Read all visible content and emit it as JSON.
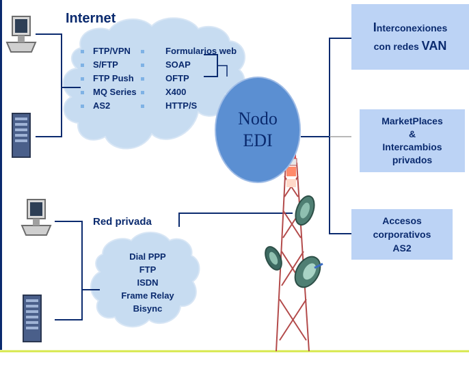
{
  "colors": {
    "navy": "#0a2a6e",
    "cloud_fill": "#c7dcf1",
    "box_fill": "#bcd3f5",
    "node_fill": "#5b8fd2",
    "bullet": "#7fb2e5",
    "bottom_line": "#d7e84c"
  },
  "internet": {
    "title": "Internet",
    "left_list": [
      "FTP/VPN",
      "S/FTP",
      "FTP Push",
      "MQ Series",
      "AS2"
    ],
    "right_list": [
      "Formularios web",
      "SOAP",
      "OFTP",
      "X400",
      "HTTP/S"
    ]
  },
  "node": {
    "line1": "Nodo",
    "line2": "EDI"
  },
  "private_network": {
    "title": "Red privada",
    "items": [
      "Dial PPP",
      "FTP",
      "ISDN",
      "Frame Relay",
      "Bisync"
    ]
  },
  "right_boxes": {
    "van": {
      "first_letter": "I",
      "line1_rest": "nterconexiones",
      "line2_prefix": "con redes ",
      "line2_big": "VAN"
    },
    "marketplaces": {
      "line1": "MarketPlaces",
      "line2": "&",
      "line3": "Intercambios",
      "line4": "privados"
    },
    "corporate": {
      "line1": "Accesos",
      "line2": "corporativos",
      "line3": "AS2"
    }
  },
  "icons": [
    "computer-monitor-icon",
    "server-tower-icon",
    "radio-antenna-tower-icon",
    "satellite-dish-icon"
  ]
}
